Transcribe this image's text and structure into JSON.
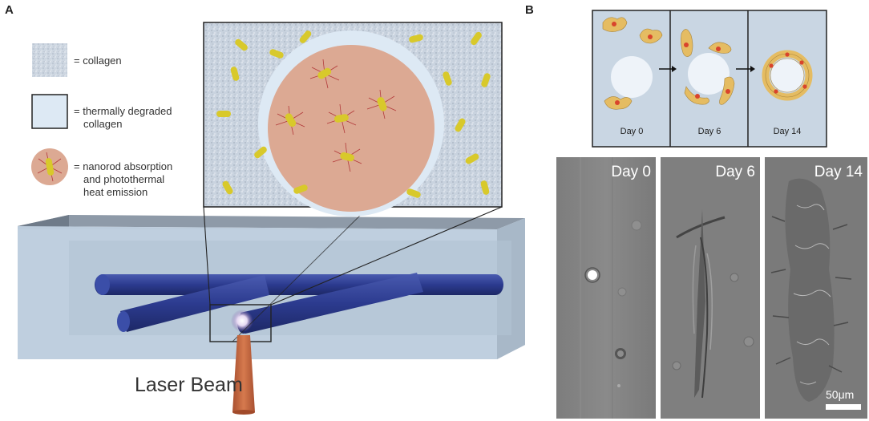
{
  "panel_a": {
    "letter": "A",
    "legend": {
      "collagen": "= collagen",
      "degraded_line1": "= thermally degraded",
      "degraded_line2": "collagen",
      "nanorod_line1": "= nanorod absorption",
      "nanorod_line2": "and photothermal",
      "nanorod_line3": "heat emission"
    },
    "laser_label": "Laser Beam",
    "colors": {
      "collagen": "#c9d3df",
      "degraded": "#dde9f4",
      "heat_zone": "#dca993",
      "nanorod": "#d8c92b",
      "block_front": "#bcccdc",
      "block_top": "#8e9aa8",
      "block_side": "#7d8896",
      "tube": "#2f3f97",
      "laser": "#c76a42"
    }
  },
  "panel_b": {
    "letter": "B",
    "schematic_days": [
      "Day 0",
      "Day 6",
      "Day 14"
    ],
    "micrograph_days": [
      "Day 0",
      "Day 6",
      "Day 14"
    ],
    "scale_bar": "50μm",
    "colors": {
      "cell": "#e5bc62",
      "nucleus": "#d9442c",
      "channel": "#eef3f9",
      "schematic_bg": "#c9d6e3"
    }
  }
}
